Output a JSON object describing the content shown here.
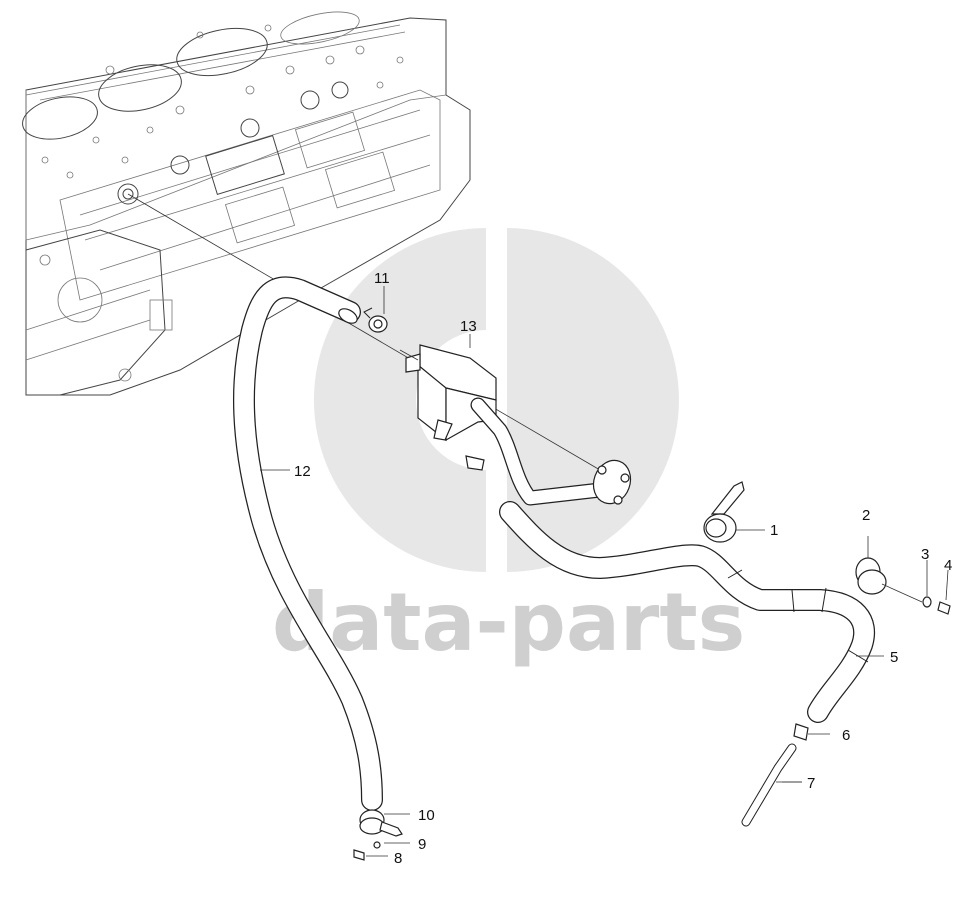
{
  "watermark": {
    "text": "data-parts",
    "color": "#cfcfcf"
  },
  "callouts": [
    {
      "id": "1",
      "label": "1"
    },
    {
      "id": "2",
      "label": "2"
    },
    {
      "id": "3",
      "label": "3"
    },
    {
      "id": "4",
      "label": "4"
    },
    {
      "id": "5",
      "label": "5"
    },
    {
      "id": "6",
      "label": "6"
    },
    {
      "id": "7",
      "label": "7"
    },
    {
      "id": "8",
      "label": "8"
    },
    {
      "id": "9",
      "label": "9"
    },
    {
      "id": "10",
      "label": "10"
    },
    {
      "id": "11",
      "label": "11"
    },
    {
      "id": "12",
      "label": "12"
    },
    {
      "id": "13",
      "label": "13"
    }
  ]
}
